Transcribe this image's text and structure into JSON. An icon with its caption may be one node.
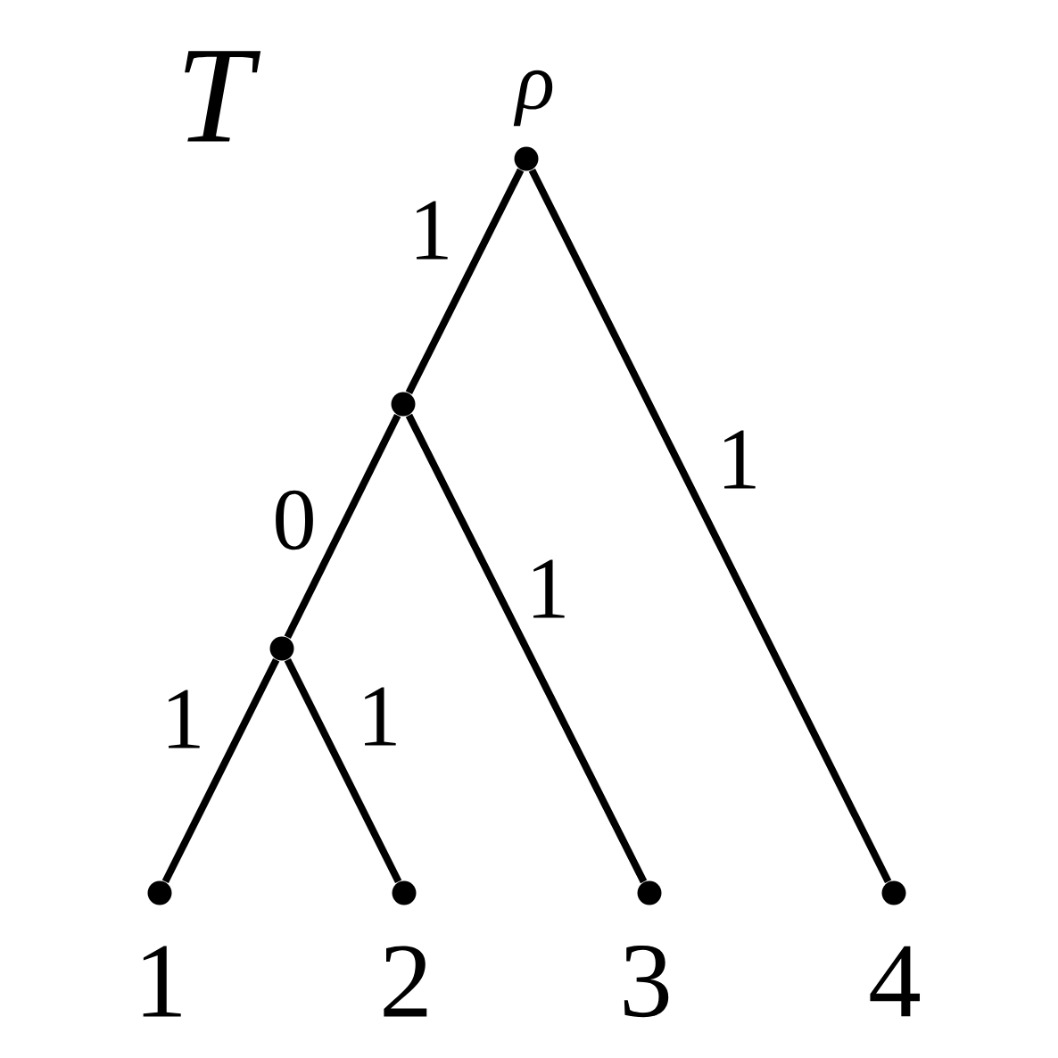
{
  "diagram": {
    "title": "T",
    "nodes": [
      {
        "text": [],
        "shape": "circle",
        "beside": [
          "ρ"
        ]
      },
      {
        "text": [],
        "shape": "circle"
      },
      {
        "text": [],
        "shape": "circle"
      },
      {
        "text": [],
        "shape": "circle",
        "beside": [
          "1"
        ]
      },
      {
        "text": [],
        "shape": "circle",
        "beside": [
          "2"
        ]
      },
      {
        "text": [],
        "shape": "circle",
        "beside": [
          "3"
        ]
      },
      {
        "text": [],
        "shape": "circle",
        "beside": [
          "4"
        ]
      }
    ],
    "edges": [
      {
        "from": 0,
        "to": 1,
        "arrow": "none",
        "label": "1"
      },
      {
        "from": 0,
        "to": 6,
        "arrow": "none",
        "label": "1"
      },
      {
        "from": 1,
        "to": 2,
        "arrow": "none",
        "label": "0"
      },
      {
        "from": 1,
        "to": 5,
        "arrow": "none",
        "label": "1"
      },
      {
        "from": 2,
        "to": 3,
        "arrow": "none",
        "label": "1"
      },
      {
        "from": 2,
        "to": 4,
        "arrow": "none",
        "label": "1"
      }
    ]
  }
}
